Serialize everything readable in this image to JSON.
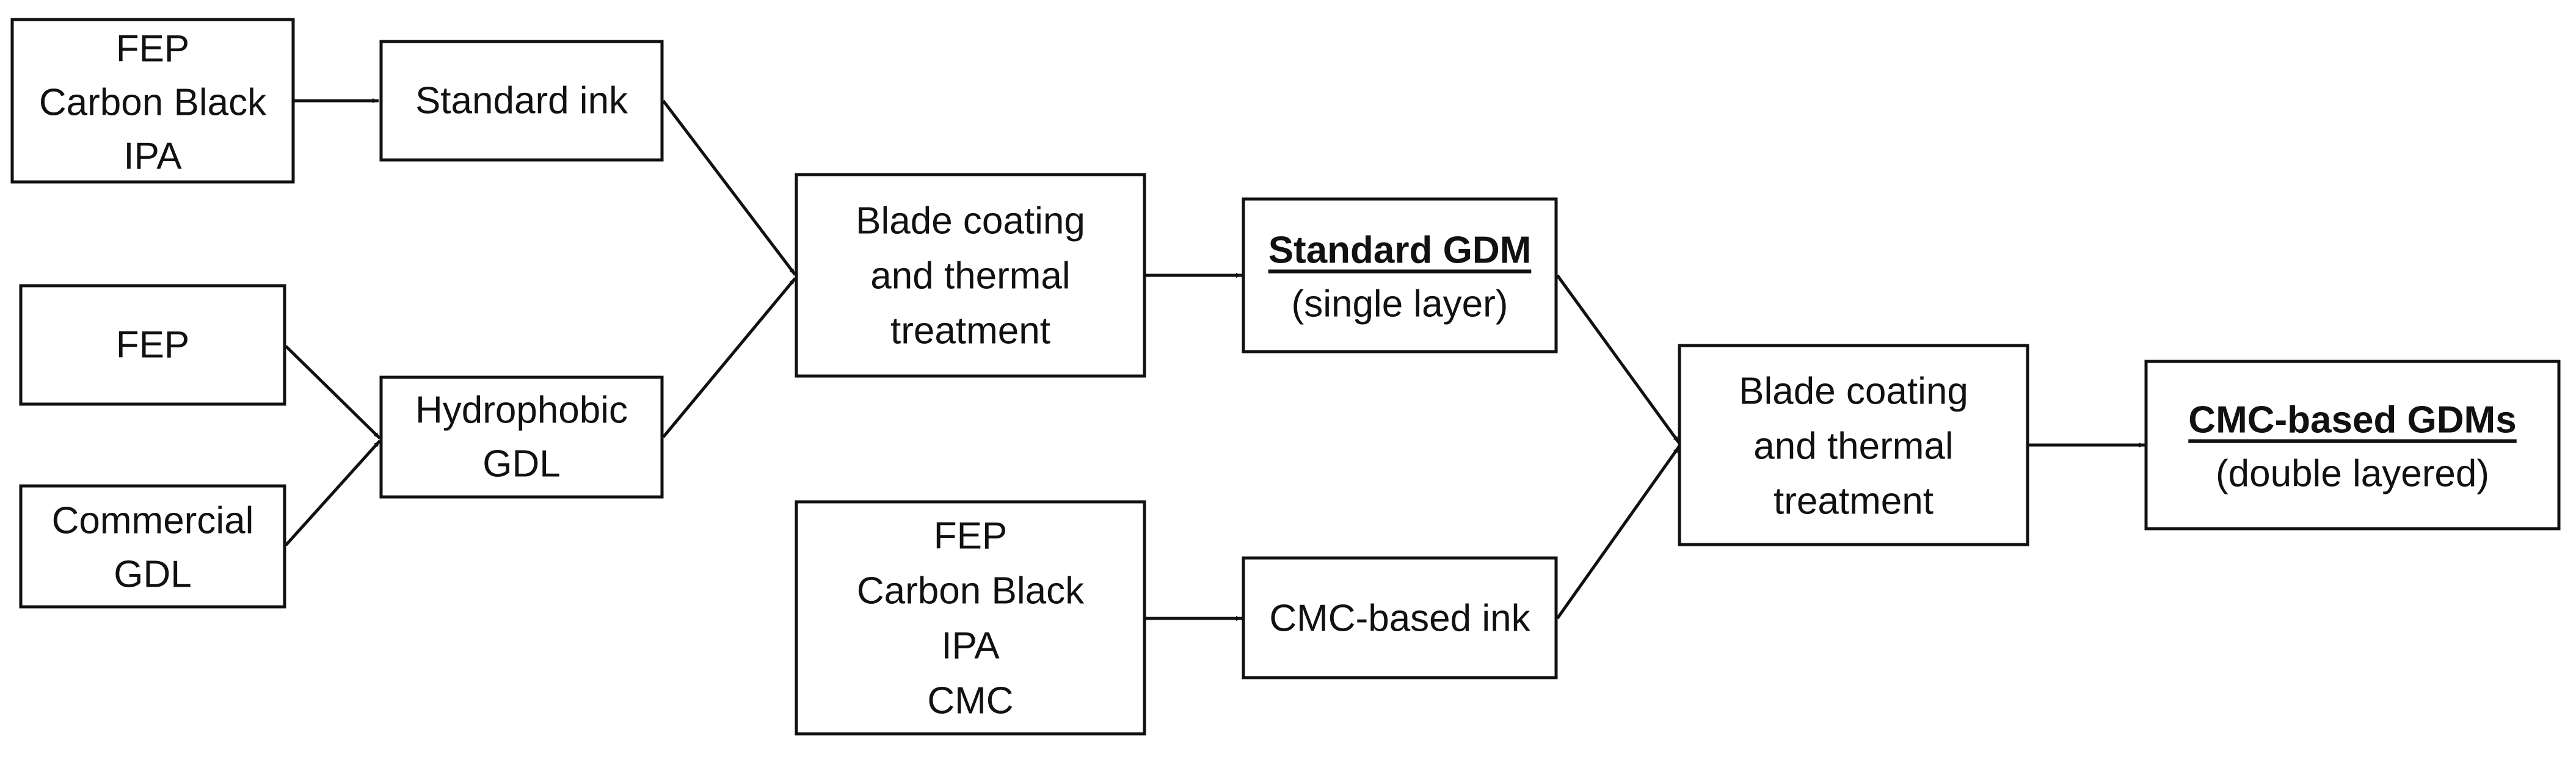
{
  "nodes": {
    "ink_inputs": {
      "lines": [
        "FEP",
        "Carbon Black",
        "IPA"
      ]
    },
    "standard_ink": {
      "lines": [
        "Standard ink"
      ]
    },
    "fep": {
      "lines": [
        "FEP"
      ]
    },
    "commercial_gdl": {
      "lines": [
        "Commercial",
        "GDL"
      ]
    },
    "hydrophobic_gdl": {
      "lines": [
        "Hydrophobic",
        "GDL"
      ]
    },
    "blade_coating_1": {
      "lines": [
        "Blade coating",
        "and thermal",
        "treatment"
      ]
    },
    "standard_gdm": {
      "title": "Standard GDM",
      "subtitle": "(single layer)"
    },
    "cmc_ink_inputs": {
      "lines": [
        "FEP",
        "Carbon Black",
        "IPA",
        "CMC"
      ]
    },
    "cmc_ink": {
      "lines": [
        "CMC-based ink"
      ]
    },
    "blade_coating_2": {
      "lines": [
        "Blade coating",
        "and thermal",
        "treatment"
      ]
    },
    "cmc_gdms": {
      "title": "CMC-based GDMs",
      "subtitle": "(double layered)"
    }
  }
}
